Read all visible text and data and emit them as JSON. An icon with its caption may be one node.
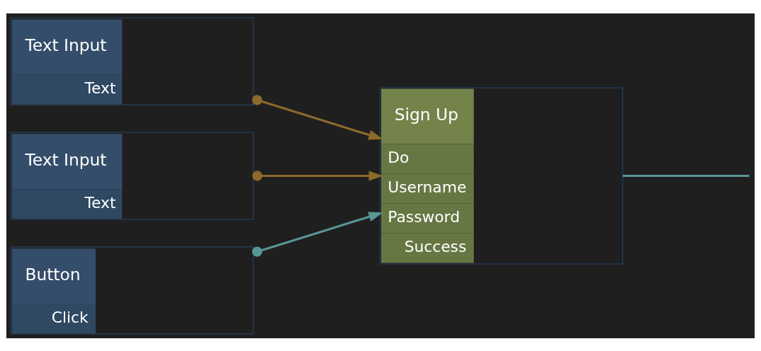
{
  "diagram": {
    "nodes": [
      {
        "text": [
          "Text Input",
          "Text"
        ]
      },
      {
        "text": [
          "Text Input",
          "Text"
        ]
      },
      {
        "text": [
          "Button",
          "Click"
        ]
      },
      {
        "text": [
          "Sign Up",
          "Do",
          "Username",
          "Password",
          "Success"
        ]
      }
    ],
    "edges": [
      {
        "from": 0,
        "to": 3,
        "arrow": "to",
        "color": "#8c6a2c"
      },
      {
        "from": 1,
        "to": 3,
        "arrow": "to",
        "color": "#8c6a2c"
      },
      {
        "from": 2,
        "to": 3,
        "arrow": "to",
        "color": "#5a9595"
      },
      {
        "from": 3,
        "to": null,
        "arrow": "none",
        "color": "#5a9595"
      }
    ]
  }
}
